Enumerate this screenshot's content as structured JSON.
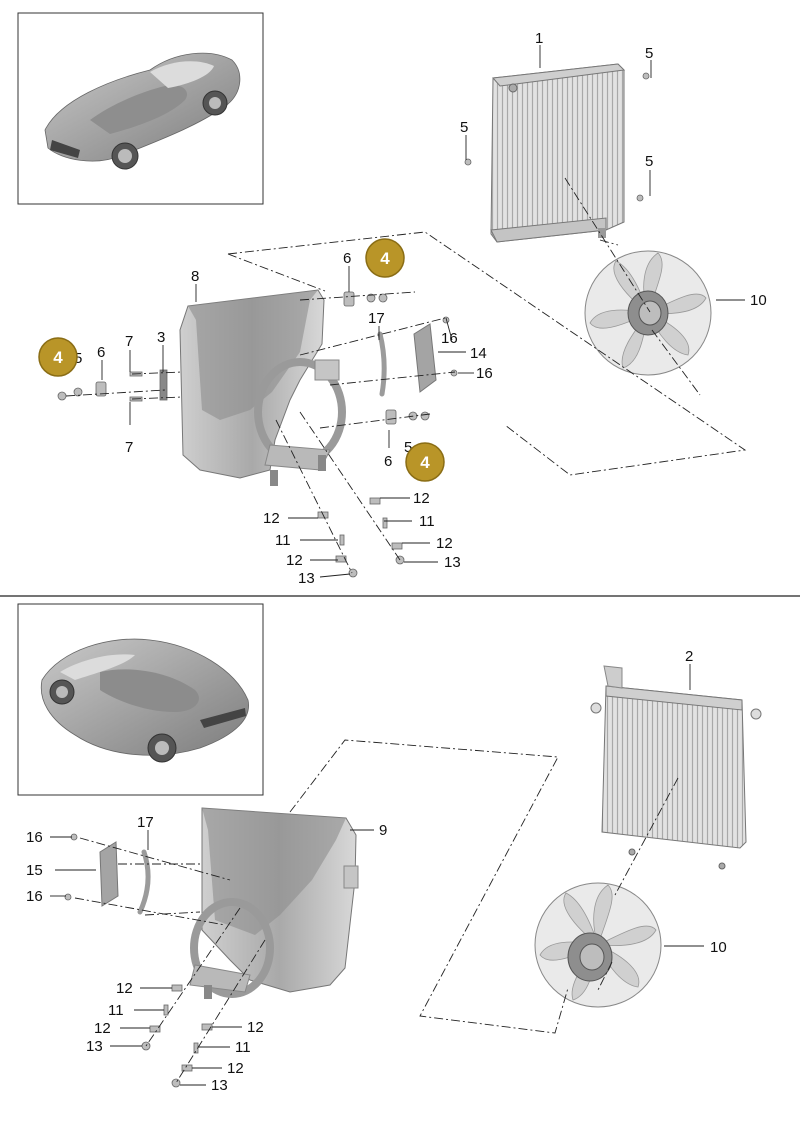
{
  "upper_panel": {
    "callouts": {
      "radiator": "1",
      "bracket": "3",
      "screw_top_right": "5",
      "screw_left": "5",
      "screw_right": "5",
      "screw_shroud_top": "5",
      "screw_shroud_left": "5",
      "screw_shroud_bottom": "5",
      "damper_top": "6",
      "damper_left": "6",
      "damper_bottom": "6",
      "bolt_upper": "7",
      "bolt_lower": "7",
      "shroud": "8",
      "fan": "10",
      "stud_left": "11",
      "stud_right": "11",
      "washer_left_a": "12",
      "washer_left_b": "12",
      "washer_right_a": "12",
      "washer_right_b": "12",
      "nut_left": "13",
      "nut_right": "13",
      "cover_plate": "14",
      "clip_top": "16",
      "clip_bottom": "16",
      "hose": "17"
    },
    "highlight_badges": [
      "4",
      "4",
      "4"
    ]
  },
  "lower_panel": {
    "callouts": {
      "condenser": "2",
      "shroud": "9",
      "fan": "10",
      "stud_left": "11",
      "stud_right": "11",
      "washer_left_a": "12",
      "washer_left_b": "12",
      "washer_right_a": "12",
      "washer_right_b": "12",
      "nut_left": "13",
      "nut_right": "13",
      "cover_plate": "15",
      "clip_top": "16",
      "clip_bottom": "16",
      "hose": "17"
    }
  },
  "colors": {
    "badge_fill": "#b99528",
    "badge_stroke": "#8a6d15",
    "part_light": "#d4d4d4",
    "part_dark": "#9a9a9a",
    "line": "#222222"
  }
}
